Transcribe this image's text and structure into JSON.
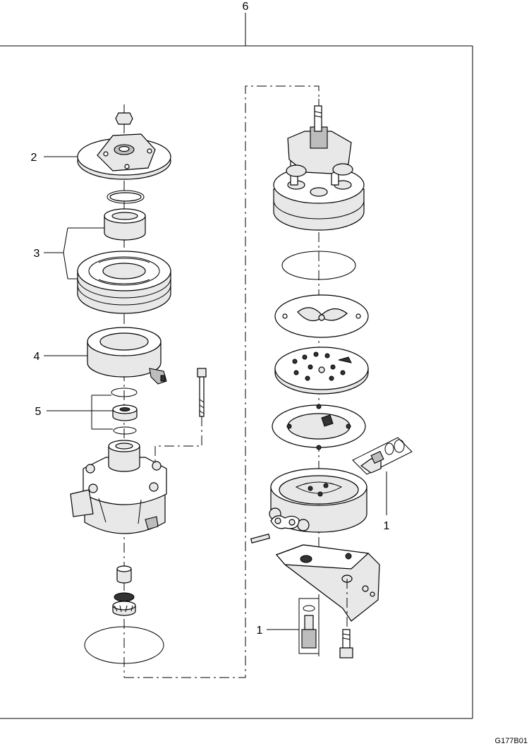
{
  "assembly_label": "6",
  "callouts": {
    "c2": "2",
    "c3": "3",
    "c4": "4",
    "c5": "5",
    "c1_valve": "1",
    "c1_fitting": "1"
  },
  "drawing_code": "G177B01"
}
